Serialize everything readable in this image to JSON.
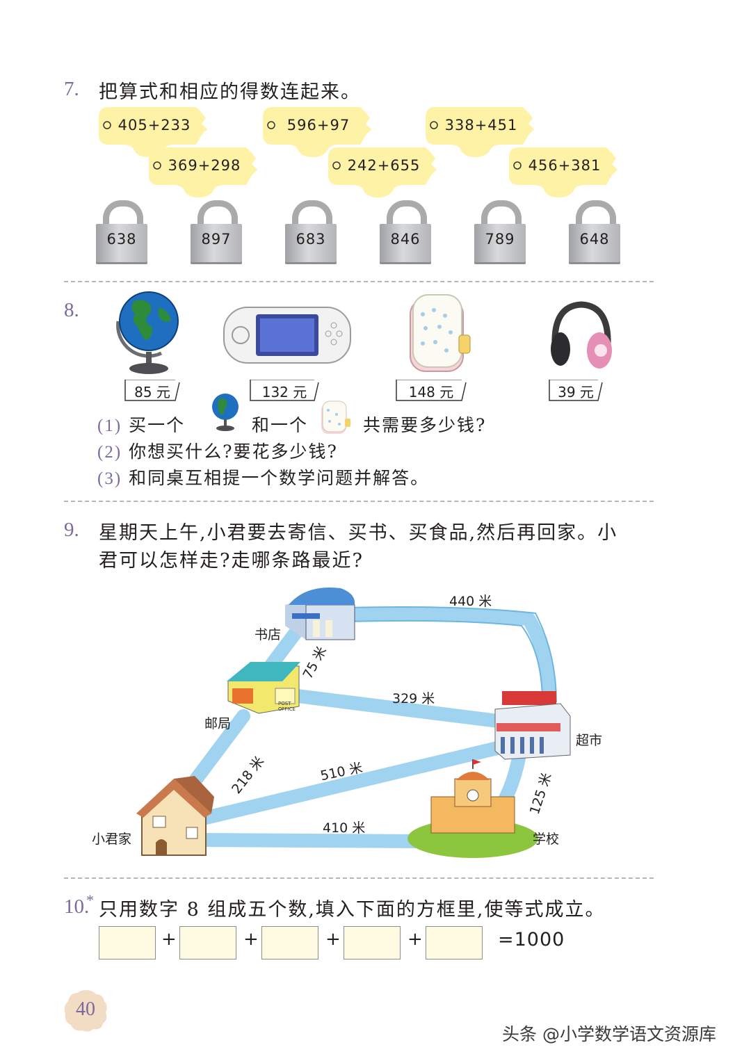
{
  "q7": {
    "number": "7.",
    "text": "把算式和相应的得数连起来。",
    "keys": [
      "405+233",
      "596+97",
      "338+451",
      "369+298",
      "242+655",
      "456+381"
    ],
    "locks": [
      "638",
      "897",
      "683",
      "846",
      "789",
      "648"
    ]
  },
  "q8": {
    "number": "8.",
    "items": [
      {
        "name": "globe-icon",
        "price": "85 元"
      },
      {
        "name": "game-console-icon",
        "price": "132 元"
      },
      {
        "name": "backpack-icon",
        "price": "148 元"
      },
      {
        "name": "headphones-icon",
        "price": "39 元"
      }
    ],
    "sub1_num": "(1)",
    "sub1_a": "买一个",
    "sub1_b": "和一个",
    "sub1_c": "共需要多少钱?",
    "sub2_num": "(2)",
    "sub2": "你想买什么?要花多少钱?",
    "sub3_num": "(3)",
    "sub3": "和同桌互相提一个数学问题并解答。"
  },
  "q9": {
    "number": "9.",
    "line1": "星期天上午,小君要去寄信、买书、买食品,然后再回家。小",
    "line2": "君可以怎样走?走哪条路最近?",
    "places": {
      "bookstore": "书店",
      "post_office": "邮局",
      "supermarket": "超市",
      "home": "小君家",
      "school": "学校",
      "post_sign": "POST OFFICE"
    },
    "roads": {
      "book_super": "440 米",
      "post_book": "75 米",
      "post_super": "329 米",
      "home_post": "218 米",
      "home_super": "510 米",
      "home_school": "410 米",
      "school_super": "125 米"
    }
  },
  "q10": {
    "number": "10.",
    "star": "*",
    "text": "只用数字 8 组成五个数,填入下面的方框里,使等式成立。",
    "plus": "+",
    "result": "=1000"
  },
  "page_number": "40",
  "watermark": "头条 @小学数学语文资源库"
}
